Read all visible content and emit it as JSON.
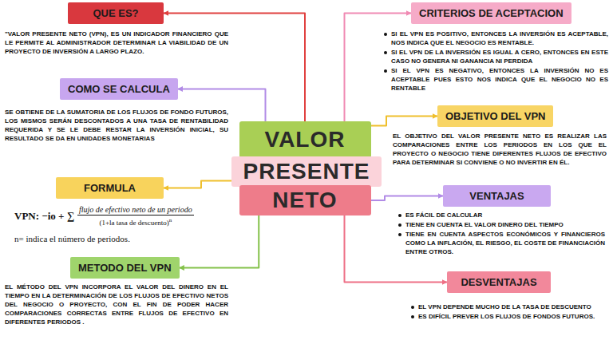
{
  "diagram": {
    "nodes": [
      {
        "text": [
          "VALOR"
        ]
      },
      {
        "text": [
          "PRESENTE"
        ]
      },
      {
        "text": [
          "NETO"
        ]
      },
      {
        "text": [
          "QUE ES?",
          "\"VALOR PRESENTE NETO (VPN), ES UN INDICADOR FINANCIERO QUE LE PERMITE AL ADMINISTRADOR DETERMINAR LA VIABILIDAD DE UN PROYECTO DE INVERSIÓN A LARGO PLAZO."
        ]
      },
      {
        "text": [
          "COMO SE CALCULA",
          "SE OBTIENE DE LA SUMATORIA DE LOS FLUJOS DE FONDO FUTUROS, LOS MISMOS SERÁN DESCONTADOS A UNA TASA DE RENTABILIDAD REQUERIDA Y SE LE DEBE RESTAR LA INVERSIÓN INICIAL, SU RESULTADO SE DA EN UNIDADES MONETARIAS"
        ]
      },
      {
        "text": [
          "FORMULA",
          "VPN: −io + ∑",
          "flujo de efectivo neto de un periodo",
          "(1+la tasa de descuento)",
          "n",
          "n= indica el número de periodos."
        ]
      },
      {
        "text": [
          "METODO DEL VPN",
          "EL MÉTODO DEL VPN INCORPORA EL VALOR DEL DINERO EN EL TIEMPO EN LA DETERMINACIÓN DE LOS FLUJOS DE EFECTIVO NETOS DEL NEGOCIO O PROYECTO, CON EL FIN DE PODER HACER COMPARACIONES CORRECTAS ENTRE FLUJOS DE EFECTIVO EN DIFERENTES PERIODOS ."
        ]
      },
      {
        "text": [
          "CRITERIOS DE ACEPTACION",
          "SI EL VPN ES POSITIVO, ENTONCES LA INVERSIÓN ES ACEPTABLE, NOS INDICA QUE EL NEGOCIO ES RENTABLE.",
          "SI EL VPN DE LA INVERSIÓN ES IGUAL A CERO, ENTONCES EN ESTE CASO NO GENERA NI GANANCIA NI PERDIDA",
          "SI EL VPN ES NEGATIVO, ENTONCES LA INVERSIÓN NO ES ACEPTABLE PUES ESTO NOS INDICA QUE EL NEGOCIO NO ES RENTABLE"
        ]
      },
      {
        "text": [
          "OBJETIVO DEL VPN",
          "EL OBJETIVO DEL VALOR PRESENTE NETO ES REALIZAR LAS COMPARACIONES ENTRE LOS PERIODOS EN LOS QUE EL PROYECTO O NEGOCIO TIENE DIFERENTES FLUJOS DE EFECTIVO PARA DETERMINAR SI CONVIENE O NO INVERTIR EN ÉL."
        ]
      },
      {
        "text": [
          "VENTAJAS",
          "ES FÁCIL DE CALCULAR",
          "TIENE EN CUENTA EL VALOR DINERO DEL TIEMPO",
          "TIENE EN CUENTA ASPECTOS ECONÓMICOS Y FINANCIEROS COMO LA INFLACIÓN, EL RIESGO, EL COSTE DE FINANCIACIÓN ENTRE OTROS."
        ]
      },
      {
        "text": [
          "DESVENTAJAS",
          "EL VPN DEPENDE MUCHO DE LA TASA DE DESCUENTO",
          "ES DIFÍCIL PREVER LOS FLUJOS DE FONDOS FUTUROS."
        ]
      }
    ],
    "edges": [
      {
        "from": 0,
        "to": 3,
        "arrow": "to"
      },
      {
        "from": 0,
        "to": 4,
        "arrow": "to"
      },
      {
        "from": 1,
        "to": 5,
        "arrow": "to"
      },
      {
        "from": 2,
        "to": 6,
        "arrow": "to"
      },
      {
        "from": 0,
        "to": 7,
        "arrow": "to"
      },
      {
        "from": 0,
        "to": 8,
        "arrow": "to"
      },
      {
        "from": 2,
        "to": 9,
        "arrow": "to"
      },
      {
        "from": 2,
        "to": 10,
        "arrow": "to"
      }
    ]
  }
}
